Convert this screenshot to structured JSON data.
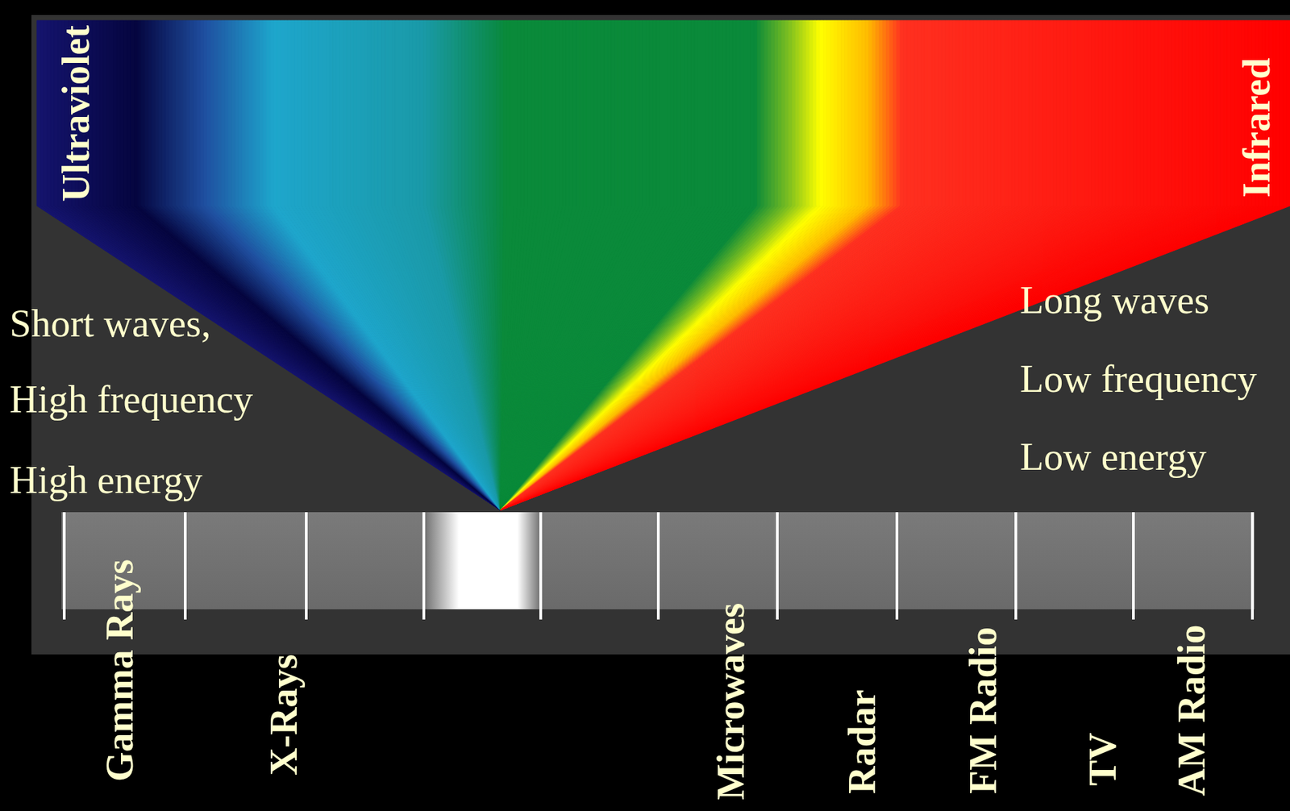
{
  "diagram": {
    "labels": [
      "Ultraviolet",
      "Infrared",
      "Short waves,",
      "High frequency",
      "High energy",
      "Long waves",
      "Low frequency",
      "Low energy",
      "Gamma Rays",
      "X-Rays",
      "Microwaves",
      "Radar",
      "FM Radio",
      "TV",
      "AM Radio"
    ]
  }
}
